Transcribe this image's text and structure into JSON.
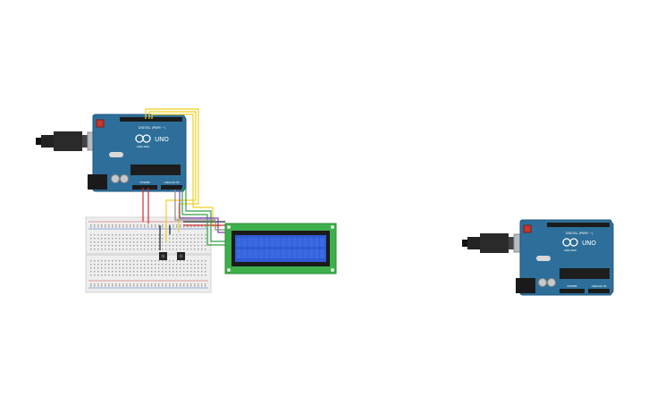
{
  "boards": [
    {
      "brand": "ARDUINO",
      "model": "UNO",
      "header_label": "DIGITAL (PWM ~)",
      "power_label": "POWER",
      "analog_label": "ANALOG IN"
    },
    {
      "brand": "ARDUINO",
      "model": "UNO",
      "header_label": "DIGITAL (PWM ~)",
      "power_label": "POWER",
      "analog_label": "ANALOG IN"
    }
  ],
  "colors": {
    "board": "#2d6f9a",
    "board_edge": "#1e567c",
    "usb_metal": "#b9bcc0",
    "usb_cable": "#222222",
    "breadboard": "#eeeeee",
    "breadboard_rail_red": "#d0433c",
    "lcd_pcb": "#3db04b",
    "lcd_bezel": "#1b1b1b",
    "lcd_screen": "#2f5bd6",
    "wire_yellow": "#f2cf22",
    "wire_red": "#d12c2c",
    "wire_black": "#222222",
    "wire_green": "#2ea043",
    "wire_purple": "#7b3fb0",
    "wire_gray": "#8a8a8a"
  },
  "icons": [
    "usb-cable-icon",
    "power-jack-icon",
    "reset-button-icon",
    "pushbutton-icon"
  ]
}
